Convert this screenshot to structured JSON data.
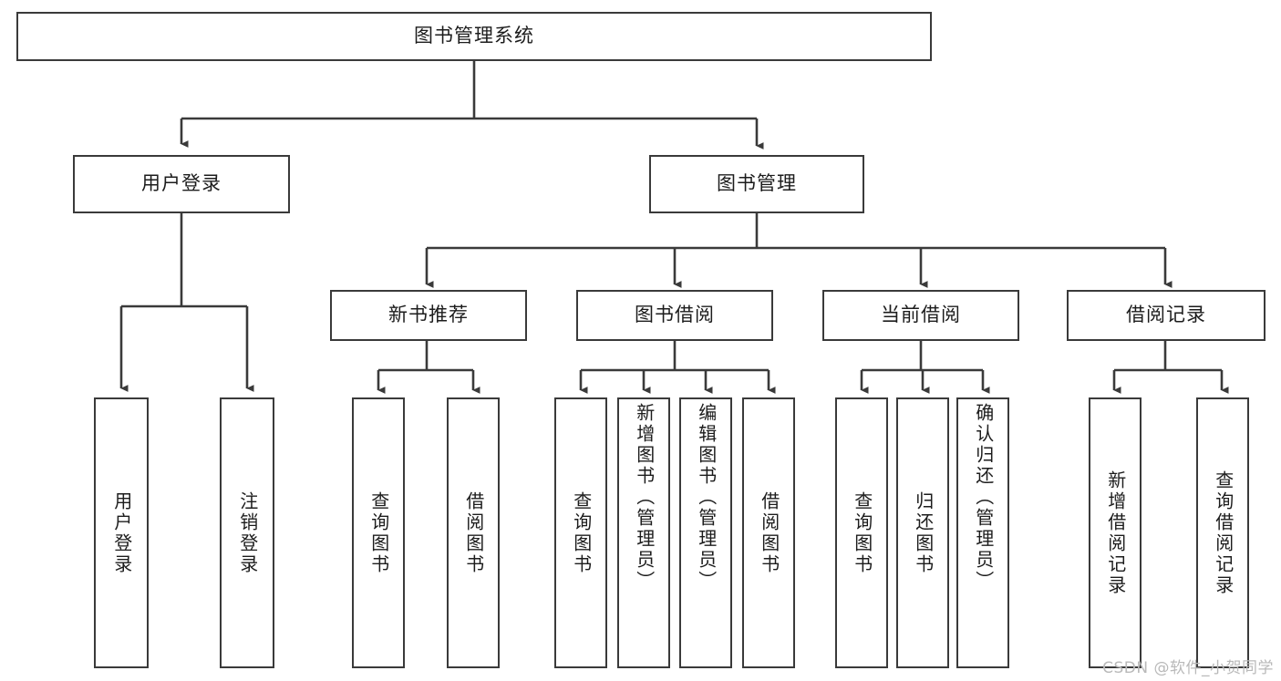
{
  "diagram": {
    "title": "图书管理系统",
    "watermark": "CSDN @软件_小贺同学",
    "colors": {
      "box_border": "#3a3a3a",
      "connector": "#3a3a3a",
      "background": "#ffffff",
      "text": "#1c1c1c",
      "watermark": "#b9b9b9"
    },
    "root": {
      "label": "图书管理系统"
    },
    "level2": [
      {
        "label": "用户登录"
      },
      {
        "label": "图书管理"
      }
    ],
    "level3": [
      {
        "label": "新书推荐"
      },
      {
        "label": "图书借阅"
      },
      {
        "label": "当前借阅"
      },
      {
        "label": "借阅记录"
      }
    ],
    "leaves": {
      "user_login": [
        {
          "label": "用户登录"
        },
        {
          "label": "注销登录"
        }
      ],
      "new_book_recommend": [
        {
          "label": "查询图书"
        },
        {
          "label": "借阅图书"
        }
      ],
      "book_borrow": [
        {
          "label": "查询图书"
        },
        {
          "label": "新增图书（管理员）"
        },
        {
          "label": "编辑图书（管理员）"
        },
        {
          "label": "借阅图书"
        }
      ],
      "current_borrow": [
        {
          "label": "查询图书"
        },
        {
          "label": "归还图书"
        },
        {
          "label": "确认归还（管理员）"
        }
      ],
      "borrow_record": [
        {
          "label": "新增借阅记录"
        },
        {
          "label": "查询借阅记录"
        }
      ]
    }
  }
}
